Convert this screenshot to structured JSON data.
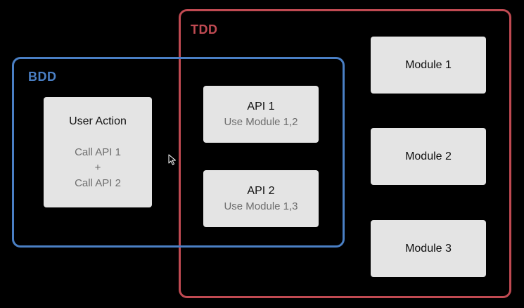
{
  "colors": {
    "background": "#000000",
    "tdd": "#c04a52",
    "bdd": "#4a7fc4",
    "box_fill": "#e4e4e4",
    "box_title_text": "#111111",
    "box_sub_text": "#6e6e6e"
  },
  "regions": {
    "tdd": {
      "label": "TDD"
    },
    "bdd": {
      "label": "BDD"
    }
  },
  "user_action": {
    "title": "User Action",
    "line1": "Call API 1",
    "plus": "+",
    "line2": "Call API 2"
  },
  "apis": [
    {
      "title": "API 1",
      "detail": "Use Module 1,2"
    },
    {
      "title": "API 2",
      "detail": "Use Module 1,3"
    }
  ],
  "modules": [
    {
      "title": "Module 1"
    },
    {
      "title": "Module 2"
    },
    {
      "title": "Module 3"
    }
  ],
  "cursor_icon": "mouse-pointer-icon"
}
